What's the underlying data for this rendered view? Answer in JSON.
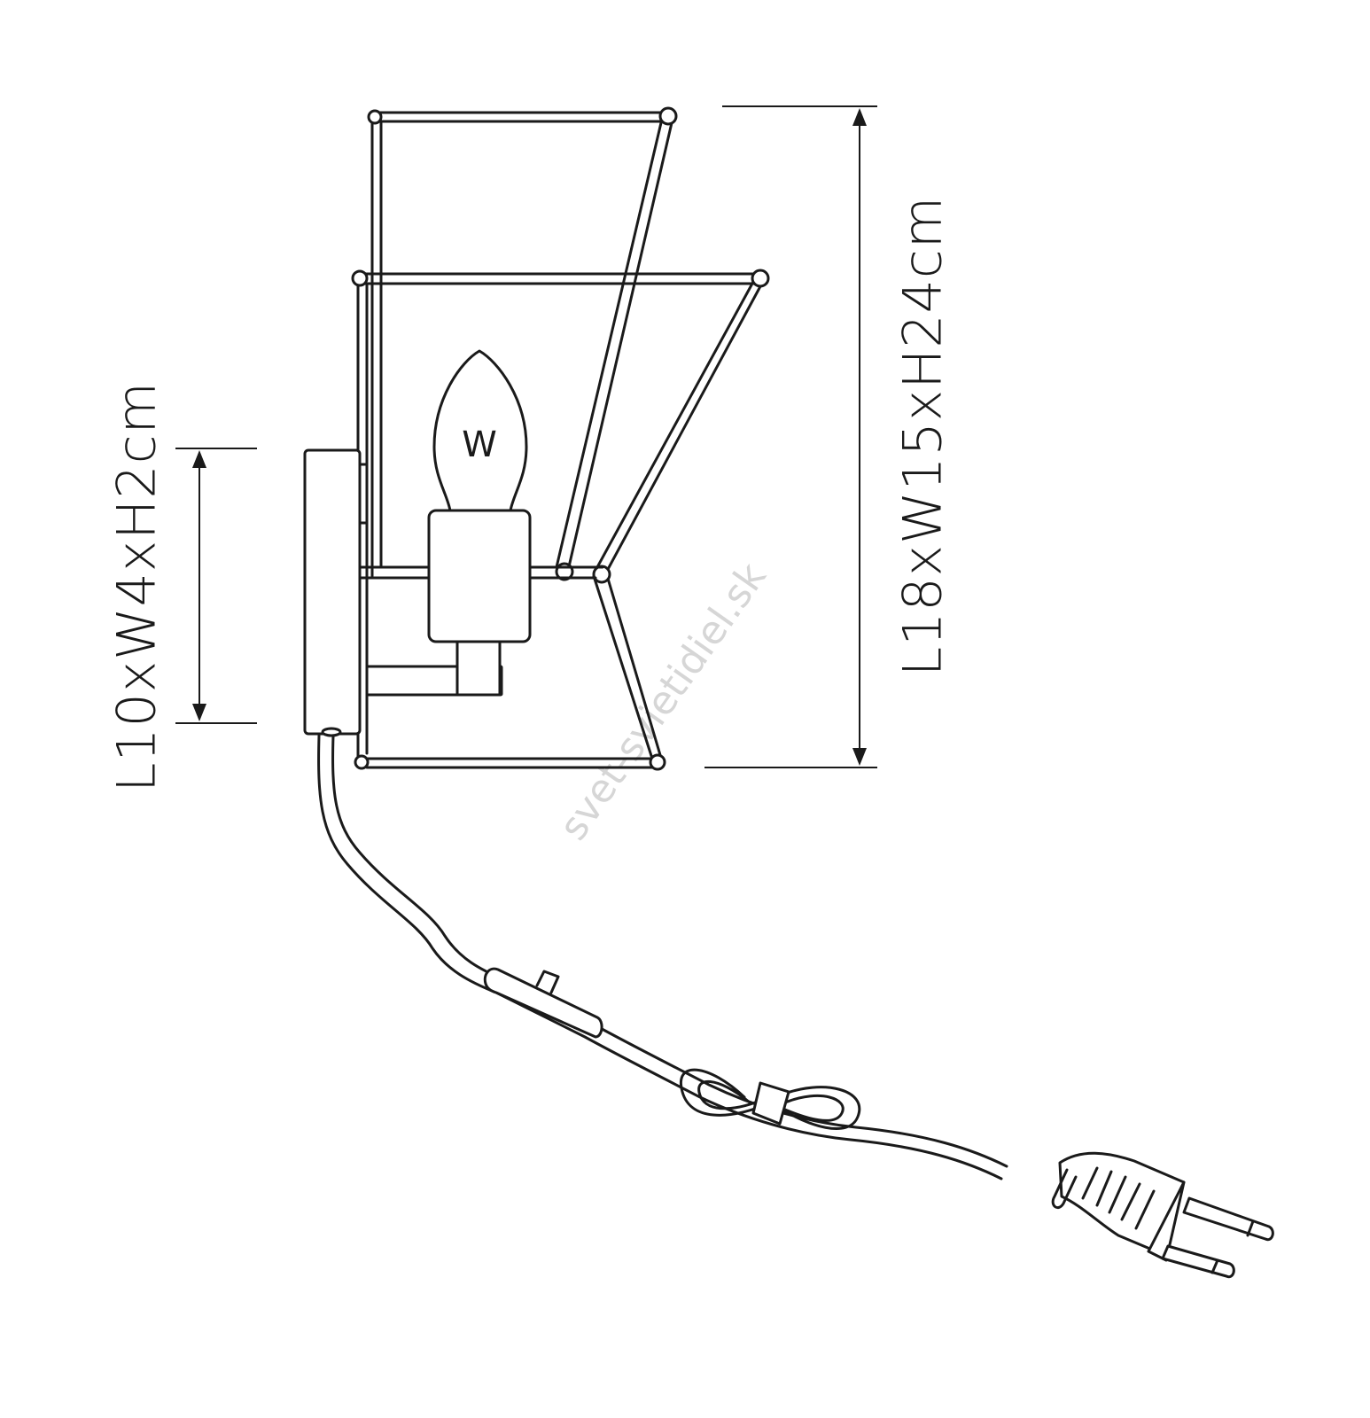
{
  "dimensions": {
    "backplate": "L10xW4xH2cm",
    "overall": "L18xW15xH24cm"
  },
  "bulb_marking": "W",
  "watermark": "svet-svietidiel.sk",
  "icons": [
    "wall-lamp-drawing",
    "candle-bulb-icon",
    "inline-switch-icon",
    "euro-plug-icon"
  ]
}
